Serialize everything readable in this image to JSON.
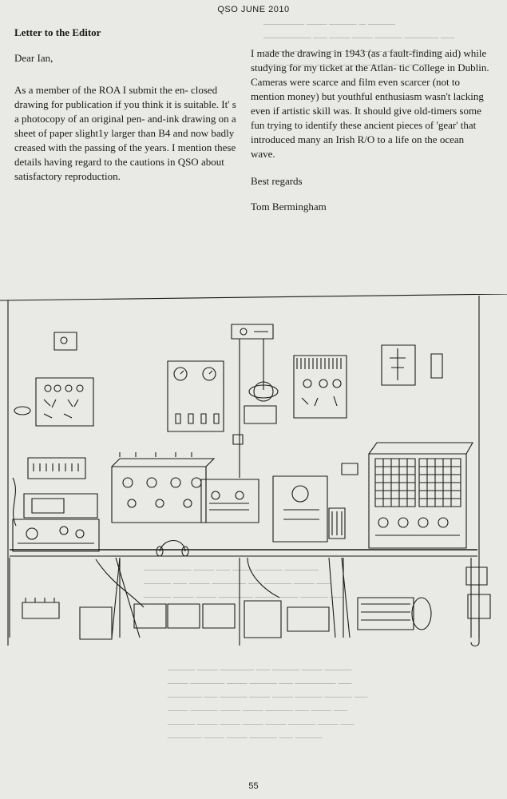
{
  "header": "QSO JUNE 2010",
  "letter": {
    "heading": "Letter to the Editor",
    "salutation": "Dear Ian,",
    "para1": "As a member of the ROA I submit the en- closed drawing for publication if you think it is suitable. It' s a photocopy of an original pen- and-ink drawing on a sheet of paper slight1y larger than B4 and now badly creased with the passing of the years. I mention these details having regard to the cautions in QSO about satisfactory reproduction.",
    "para2": "I made the drawing in 1943 (as a fault-finding aid) while studying for my ticket at the Atlan- tic College in Dublin. Cameras were scarce and film even scarcer (not to mention money) but youthful enthusiasm wasn't lacking even if artistic skill was. It should give old-timers some fun trying to identify these ancient pieces of 'gear' that introduced many an Irish R/O to a life on the ocean wave.",
    "closing": "Best regards",
    "signature": "Tom Bermingham"
  },
  "page_number": "55",
  "colors": {
    "paper": "#e9e9e6",
    "ink": "#1a1a1a",
    "bleed": "#b4b4b0"
  }
}
